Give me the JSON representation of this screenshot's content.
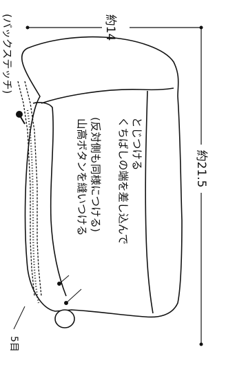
{
  "dimensions": {
    "width_label": "約14",
    "height_label": "約21.5"
  },
  "annotations": {
    "stitch_count": "5目",
    "top_note": "(バックステッチ)",
    "button_note_line1": "山高ボタンを縫いつける",
    "button_note_line2": "(反対側も同様につける)",
    "beak_note_line1": "くちばしの端を差し込んで",
    "beak_note_line2": "とじつける"
  },
  "colors": {
    "line": "#111111",
    "background": "#ffffff"
  }
}
